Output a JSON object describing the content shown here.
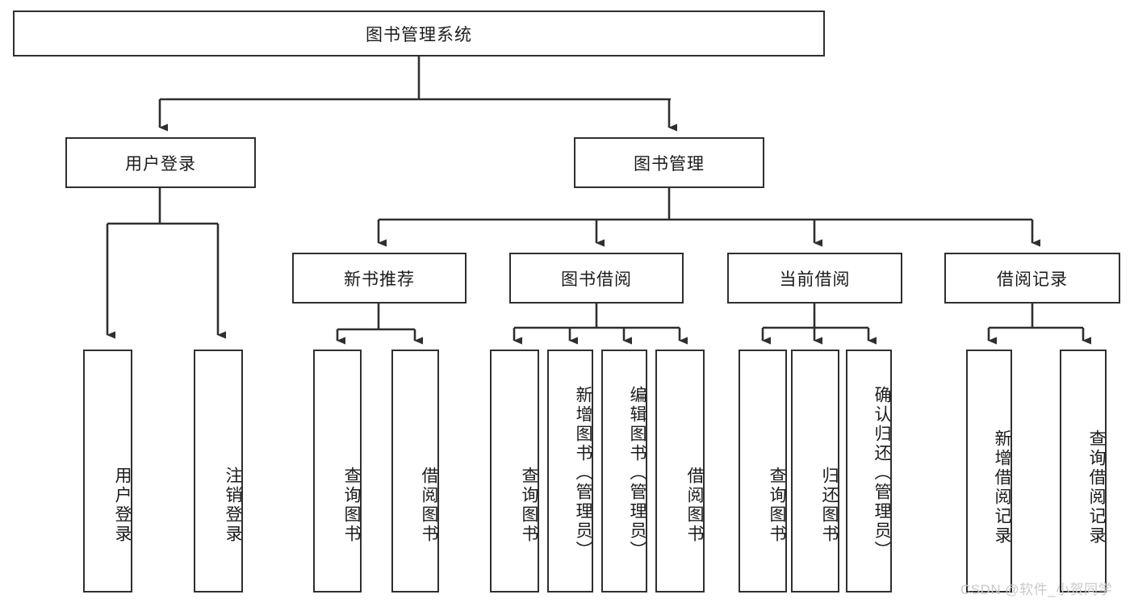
{
  "diagram": {
    "title": "图书管理系统",
    "type": "hierarchy-tree",
    "background_color": "#ffffff",
    "line_color": "#2f2f2f",
    "root": {
      "id": "root",
      "label": "图书管理系统"
    },
    "level1": [
      {
        "id": "user-login",
        "label": "用户登录"
      },
      {
        "id": "book-manage",
        "label": "图书管理"
      }
    ],
    "level2": [
      {
        "id": "new-book-recommend",
        "label": "新书推荐",
        "parent": "book-manage"
      },
      {
        "id": "book-borrow",
        "label": "图书借阅",
        "parent": "book-manage"
      },
      {
        "id": "current-borrow",
        "label": "当前借阅",
        "parent": "book-manage"
      },
      {
        "id": "borrow-record",
        "label": "借阅记录",
        "parent": "book-manage"
      }
    ],
    "leaves": [
      {
        "id": "leaf-user-login",
        "label": "用户登录",
        "parent": "user-login"
      },
      {
        "id": "leaf-logout-login",
        "label": "注销登录",
        "parent": "user-login"
      },
      {
        "id": "leaf-query-book-1",
        "label": "查询图书",
        "parent": "new-book-recommend"
      },
      {
        "id": "leaf-borrow-book-1",
        "label": "借阅图书",
        "parent": "new-book-recommend"
      },
      {
        "id": "leaf-query-book-2",
        "label": "查询图书",
        "parent": "book-borrow"
      },
      {
        "id": "leaf-add-book",
        "label": "新增图书（管理员）",
        "parent": "book-borrow"
      },
      {
        "id": "leaf-edit-book",
        "label": "编辑图书（管理员）",
        "parent": "book-borrow"
      },
      {
        "id": "leaf-borrow-book-2",
        "label": "借阅图书",
        "parent": "book-borrow"
      },
      {
        "id": "leaf-query-book-3",
        "label": "查询图书",
        "parent": "current-borrow"
      },
      {
        "id": "leaf-return-book",
        "label": "归还图书",
        "parent": "current-borrow"
      },
      {
        "id": "leaf-confirm-return",
        "label": "确认归还（管理员）",
        "parent": "current-borrow"
      },
      {
        "id": "leaf-add-record",
        "label": "新增借阅记录",
        "parent": "borrow-record"
      },
      {
        "id": "leaf-query-record",
        "label": "查询借阅记录",
        "parent": "borrow-record"
      }
    ],
    "watermark": "CSDN @软件_小贺同学"
  }
}
